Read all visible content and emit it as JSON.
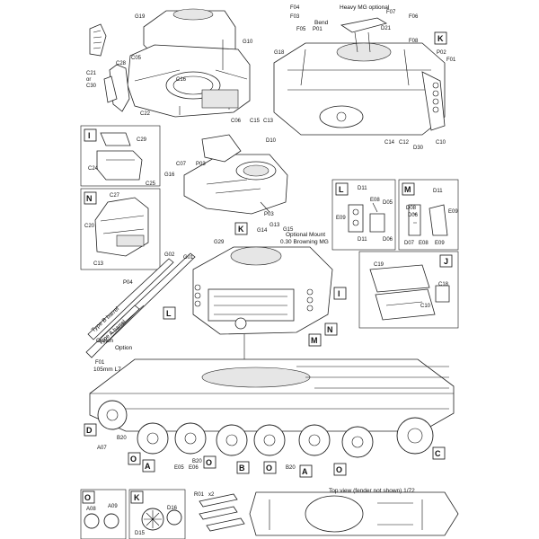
{
  "notes": {
    "heavy_mg": "Heavy MG optional",
    "bend": "Bend",
    "optional_mount_line1": "Optional Mount",
    "optional_mount_line2": "0.30 Browning MG",
    "type_b_barrel": "Type B barrel",
    "type_a_barrel": "Type A barrel",
    "option1": "Option",
    "option2": "Option",
    "gun_105": "105mm L7",
    "top_view": "Top view (fender not shown) 1/72"
  },
  "callouts": {
    "K_top": "K",
    "I_box": "I",
    "N_box": "N",
    "L_box": "L",
    "M_box": "M",
    "J_box": "J",
    "K_turret": "K",
    "L_turret": "L",
    "I_turret": "I",
    "M_turret": "M",
    "N_turret": "N",
    "D_hull": "D",
    "C_hull": "C",
    "O_1": "O",
    "A_1": "A",
    "O_2": "O",
    "B_1": "B",
    "O_3": "O",
    "A_2": "A",
    "O_4": "O",
    "O_box": "O",
    "K_box": "K"
  },
  "parts": {
    "p01": "G19",
    "p02": "G10",
    "p03": "C05",
    "p04": "C16",
    "p05": "C28",
    "p06": "C21",
    "p07": "or",
    "p08": "C30",
    "p09": "C22",
    "p10": "C06",
    "p11": "F04",
    "p12": "F03",
    "p13": "F07",
    "p14": "F06",
    "p15": "F05",
    "p16": "P01",
    "p17": "D21",
    "p18": "F08",
    "p19": "G18",
    "p20": "P02",
    "p21": "F01",
    "p22": "C15",
    "p23": "C13",
    "p24": "C14",
    "p25": "C12",
    "p26": "D30",
    "p27": "C10",
    "p28": "C29",
    "p29": "C24",
    "p30": "C25",
    "p31": "D10",
    "p32": "C07",
    "p33": "P03",
    "p34": "G16",
    "p35": "P03",
    "p36": "C27",
    "p37": "C20",
    "p38": "C13",
    "p39": "D11",
    "p40": "E08",
    "p41": "D05",
    "p42": "E09",
    "p43": "D11",
    "p44": "D06",
    "p45": "D11",
    "p46": "D08",
    "p47": "D06",
    "p48": "E09",
    "p49": "D07",
    "p50": "E08",
    "p51": "E09",
    "p52": "C19",
    "p53": "C18",
    "p54": "C10",
    "p55": "G29",
    "p56": "G14",
    "p57": "G13",
    "p58": "G15",
    "p59": "G02",
    "p60": "G01",
    "p61": "P04",
    "p62": "F01",
    "p63": "A07",
    "p64": "B20",
    "p65": "E05",
    "p66": "E06",
    "p67": "B20",
    "p68": "B20",
    "p69": "A08",
    "p70": "A09",
    "p71": "D16",
    "p72": "D15",
    "p73": "R01",
    "p74": "x2"
  }
}
